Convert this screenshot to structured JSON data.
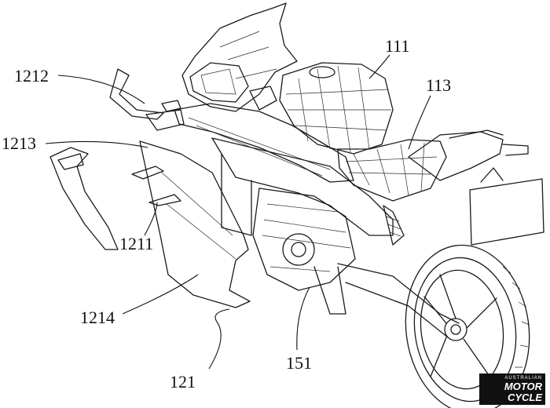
{
  "labels": {
    "l111": "111",
    "l113": "113",
    "l1212": "1212",
    "l1213": "1213",
    "l1211": "1211",
    "l1214": "1214",
    "l151": "151",
    "l121": "121"
  },
  "watermark": {
    "top": "AUSTRALIAN",
    "line1": "MOTOR",
    "line2": "CYCLE"
  }
}
